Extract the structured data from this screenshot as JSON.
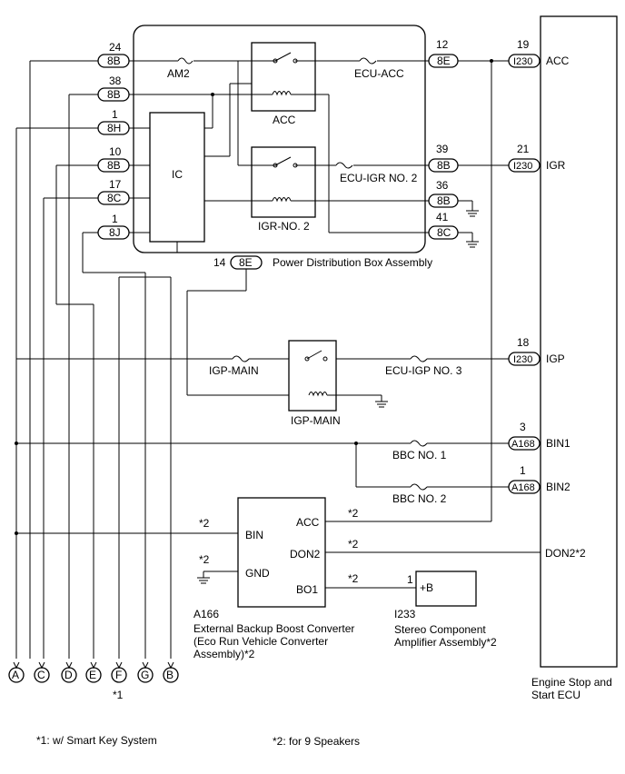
{
  "pdb": {
    "title": "Power Distribution Box Assembly",
    "ic_label": "IC",
    "relays": {
      "acc": "ACC",
      "igr": "IGR-NO. 2"
    },
    "fuses": {
      "am2": "AM2",
      "ecu_acc": "ECU-ACC",
      "ecu_igr": "ECU-IGR NO. 2"
    },
    "left_pins": [
      {
        "num": "24",
        "conn": "8B"
      },
      {
        "num": "38",
        "conn": "8B"
      },
      {
        "num": "1",
        "conn": "8H"
      },
      {
        "num": "10",
        "conn": "8B"
      },
      {
        "num": "17",
        "conn": "8C"
      },
      {
        "num": "1",
        "conn": "8J"
      }
    ],
    "right_pins": [
      {
        "num": "12",
        "conn": "8E"
      },
      {
        "num": "39",
        "conn": "8B"
      },
      {
        "num": "36",
        "conn": "8B"
      },
      {
        "num": "41",
        "conn": "8C"
      }
    ],
    "bottom_pin": {
      "num": "14",
      "conn": "8E"
    }
  },
  "igp": {
    "fuse1": "IGP-MAIN",
    "relay": "IGP-MAIN",
    "fuse2": "ECU-IGP NO. 3"
  },
  "bbc": {
    "fuse1": "BBC NO. 1",
    "fuse2": "BBC NO. 2"
  },
  "ecu": {
    "name_line1": "Engine Stop and",
    "name_line2": "Start ECU",
    "pins": [
      {
        "num": "19",
        "conn": "I230",
        "label": "ACC"
      },
      {
        "num": "21",
        "conn": "I230",
        "label": "IGR"
      },
      {
        "num": "18",
        "conn": "I230",
        "label": "IGP"
      },
      {
        "num": "3",
        "conn": "A168",
        "label": "BIN1"
      },
      {
        "num": "1",
        "conn": "A168",
        "label": "BIN2"
      }
    ],
    "don2_label": "DON2*2"
  },
  "converter": {
    "id": "A166",
    "name_line1": "External Backup Boost Converter",
    "name_line2": "(Eco Run Vehicle Converter",
    "name_line3": "Assembly)*2",
    "pins": {
      "bin": "BIN",
      "gnd": "GND",
      "acc": "ACC",
      "don2": "DON2",
      "bo1": "BO1"
    },
    "note": "*2"
  },
  "amplifier": {
    "id": "I233",
    "name_line1": "Stereo Component",
    "name_line2": "Amplifier Assembly*2",
    "pin_num": "1",
    "pin_label": "+B"
  },
  "terminals": [
    "A",
    "C",
    "D",
    "E",
    "F",
    "G",
    "B"
  ],
  "terminal_note": "*1",
  "footnotes": {
    "n1": "*1: w/ Smart Key System",
    "n2": "*2: for 9 Speakers"
  }
}
